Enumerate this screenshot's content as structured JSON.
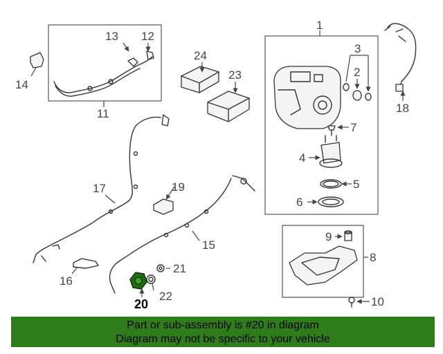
{
  "diagram": {
    "callouts": {
      "c1": "1",
      "c2": "2",
      "c3": "3",
      "c4": "4",
      "c5": "5",
      "c6": "6",
      "c7": "7",
      "c8": "8",
      "c9": "9",
      "c10": "10",
      "c11": "11",
      "c12": "12",
      "c13": "13",
      "c14": "14",
      "c15": "15",
      "c16": "16",
      "c17": "17",
      "c18": "18",
      "c19": "19",
      "c20": "20",
      "c21": "21",
      "c22": "22",
      "c23": "23",
      "c24": "24"
    },
    "highlight_part": "20",
    "highlight_color": "#1f6b12"
  },
  "banner": {
    "line1": "Part or sub-assembly is #20 in diagram",
    "line2": "Diagram may not be specific to your vehicle",
    "background": "#2e7d1a"
  }
}
